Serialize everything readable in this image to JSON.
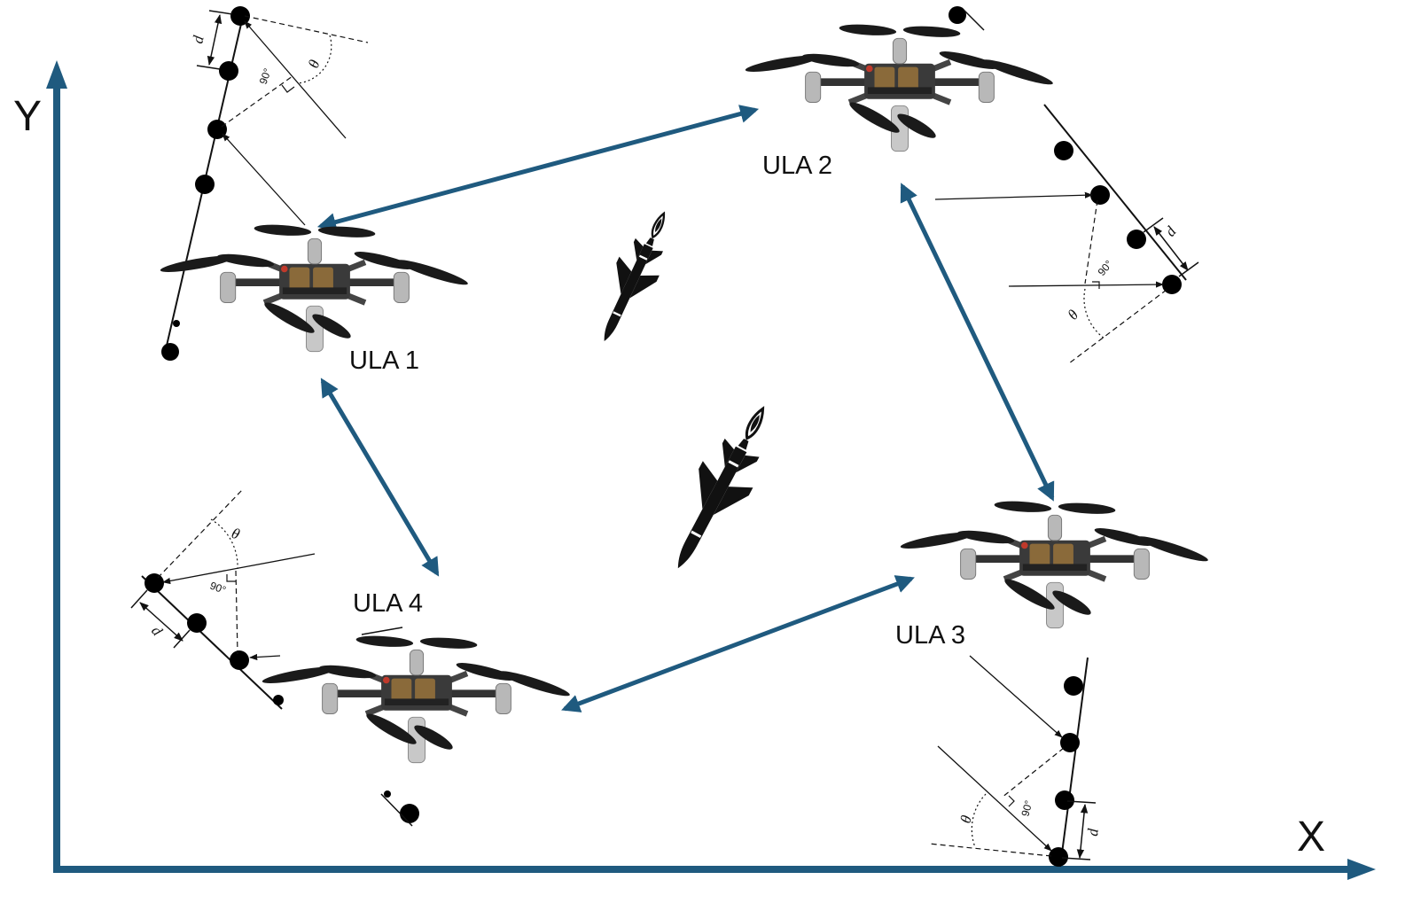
{
  "axes": {
    "x_label": "X",
    "y_label": "Y",
    "color": "#1f5a7f"
  },
  "link_color": "#1f5a7f",
  "element_color": "#000000",
  "arrays": [
    {
      "label": "ULA 1",
      "theta_symbol": "θ",
      "spacing_symbol": "d",
      "angle_label": "90°"
    },
    {
      "label": "ULA 2",
      "theta_symbol": "θ",
      "spacing_symbol": "d",
      "angle_label": "90°"
    },
    {
      "label": "ULA 3",
      "theta_symbol": "θ",
      "spacing_symbol": "d",
      "angle_label": "90°"
    },
    {
      "label": "ULA 4",
      "theta_symbol": "θ",
      "spacing_symbol": "d",
      "angle_label": "90°"
    }
  ],
  "drone_icon": "quadcopter-icon",
  "target_icon": "missile-icon",
  "links": [
    {
      "from": "ULA 1",
      "to": "ULA 2"
    },
    {
      "from": "ULA 2",
      "to": "ULA 3"
    },
    {
      "from": "ULA 3",
      "to": "ULA 4"
    },
    {
      "from": "ULA 4",
      "to": "ULA 1"
    }
  ]
}
